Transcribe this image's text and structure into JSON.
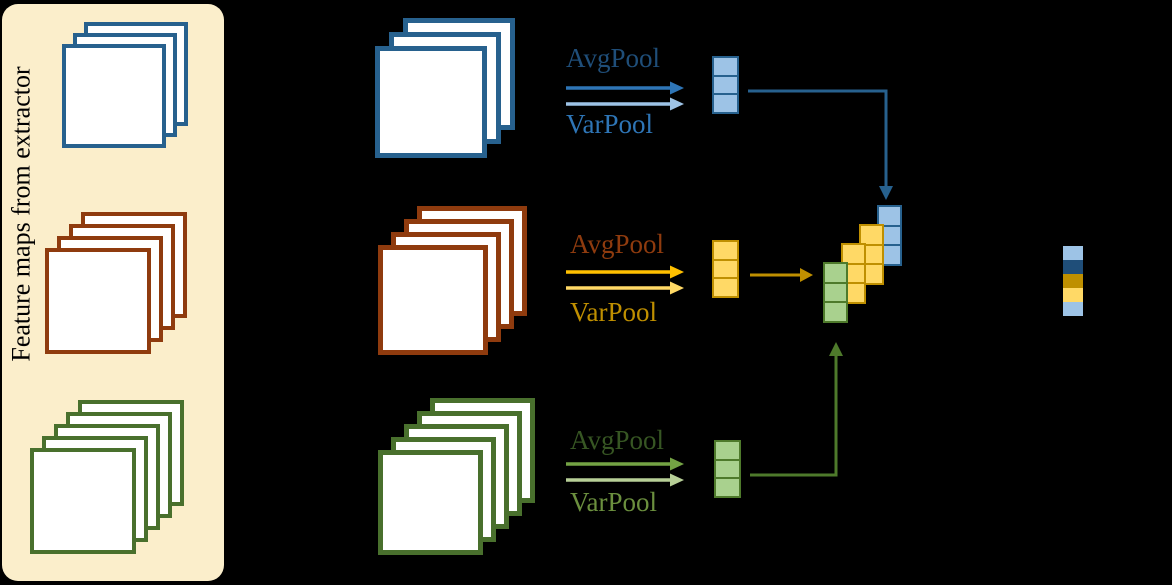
{
  "canvas": {
    "background": "#000000"
  },
  "panel": {
    "label": "Feature maps from extractor",
    "background": "#FBEECB",
    "text_color": "#000000"
  },
  "feature_stacks": {
    "panel": [
      {
        "name": "scale-1-blue",
        "color": "#27618E",
        "count": 3
      },
      {
        "name": "scale-2-rust",
        "color": "#8F3B0E",
        "count": 4
      },
      {
        "name": "scale-3-green",
        "color": "#49702D",
        "count": 5
      }
    ],
    "middle": [
      {
        "name": "scale-1-blue",
        "color": "#27618E",
        "count": 3
      },
      {
        "name": "scale-2-rust",
        "color": "#8F3B0E",
        "count": 4
      },
      {
        "name": "scale-3-green",
        "color": "#49702D",
        "count": 5
      }
    ]
  },
  "pool_groups": [
    {
      "avg_label": "AvgPool",
      "var_label": "VarPool",
      "avg_label_color": "#1F4E79",
      "var_label_color": "#2E75B6",
      "avg_arrow_color": "#2E75B6",
      "var_arrow_color": "#9DC3E6"
    },
    {
      "avg_label": "AvgPool",
      "var_label": "VarPool",
      "avg_label_color": "#8F3B0E",
      "var_label_color": "#BF8F00",
      "avg_arrow_color": "#FFC000",
      "var_arrow_color": "#FFD966"
    },
    {
      "avg_label": "AvgPool",
      "var_label": "VarPool",
      "avg_label_color": "#375623",
      "var_label_color": "#6B8F3E",
      "avg_arrow_color": "#74A344",
      "var_arrow_color": "#B7CF97"
    }
  ],
  "pooled_vectors": [
    {
      "cells": 3,
      "fill": "#9DC3E6",
      "border": "#27618E"
    },
    {
      "cells": 3,
      "fill": "#FFD966",
      "border": "#BF8F00"
    },
    {
      "cells": 3,
      "fill": "#A9D18E",
      "border": "#4E7A2B"
    }
  ],
  "connectors": [
    {
      "color": "#27618E"
    },
    {
      "color": "#BF8F00"
    },
    {
      "color": "#4E7A2B"
    }
  ],
  "concat_stack": {
    "bars": [
      {
        "cells": 3,
        "fill": "#9DC3E6",
        "border": "#27618E"
      },
      {
        "cells": 3,
        "fill": "#FFD966",
        "border": "#BF8F00"
      },
      {
        "cells": 3,
        "fill": "#FFD966",
        "border": "#BF8F00"
      },
      {
        "cells": 3,
        "fill": "#A9D18E",
        "border": "#4E7A2B"
      }
    ]
  },
  "output_vector": {
    "cells": [
      "#9DC3E6",
      "#1F4E79",
      "#BF9000",
      "#FFD966",
      "#9DC3E6"
    ]
  }
}
